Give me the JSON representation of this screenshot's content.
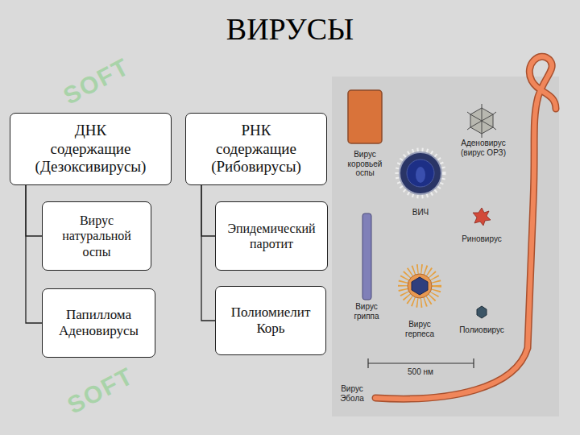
{
  "diagram": {
    "title": "ВИРУСЫ",
    "nodes": [
      {
        "text": [
          "ДНК содержащие",
          "(Дезоксивирусы)"
        ]
      },
      {
        "text": [
          "Вирус натуральной оспы"
        ]
      },
      {
        "text": [
          "Папиллома Аденовирусы"
        ]
      },
      {
        "text": [
          "РНК содержащие",
          "(Рибовирусы)"
        ]
      },
      {
        "text": [
          "Эпидемический паротит"
        ]
      },
      {
        "text": [
          "Полиомиелит Корь"
        ]
      }
    ],
    "edges": [
      {
        "from": 0,
        "to": 1,
        "arrow": "none"
      },
      {
        "from": 0,
        "to": 2,
        "arrow": "none"
      },
      {
        "from": 3,
        "to": 4,
        "arrow": "none"
      },
      {
        "from": 3,
        "to": 5,
        "arrow": "none"
      }
    ],
    "labels": [
      "Вирус коровьей оспы",
      "ВИЧ",
      "Аденовирус (вирус ОРЗ)",
      "Риновирус",
      "Вирус гриппа",
      "Вирус герпеса",
      "Полиовирус",
      "500 нм",
      "Вирус Эбола",
      "SOFT",
      "SOFT"
    ]
  }
}
